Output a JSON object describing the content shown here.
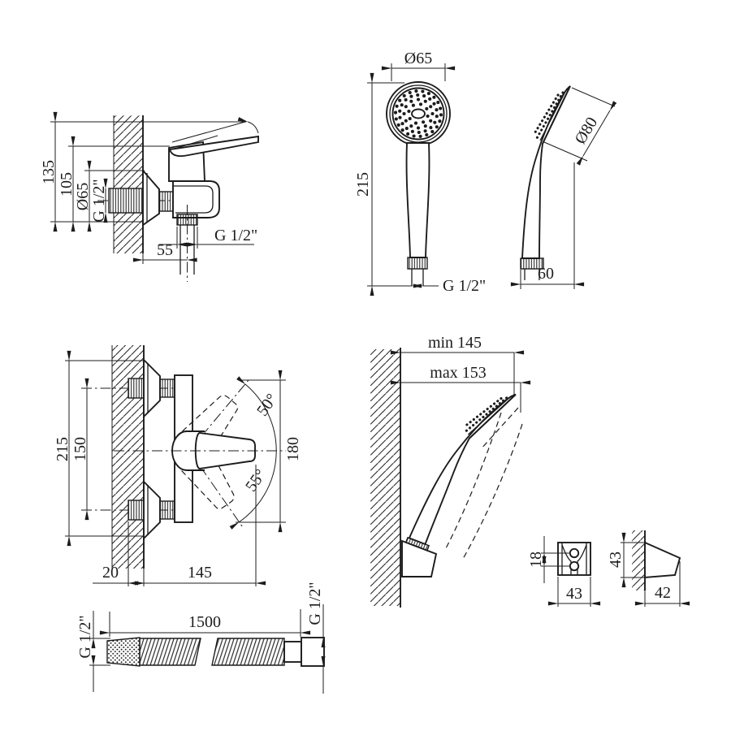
{
  "drawing": {
    "kind": "technical-drawing",
    "background": "#ffffff",
    "line_color": "#1c1c1c",
    "views": {
      "mixer_side": {
        "dims": {
          "height_total": "135",
          "height_upper": "105",
          "escutcheon_dia": "Ø65",
          "inlet_thread": "G 1/2\"",
          "outlet_thread": "G 1/2\"",
          "wall_to_outlet": "55"
        }
      },
      "handshower_front": {
        "dims": {
          "head_dia": "Ø65",
          "length": "215",
          "thread": "G 1/2\""
        }
      },
      "handshower_side": {
        "dims": {
          "face_dia": "Ø80",
          "depth": "60"
        }
      },
      "mixer_front": {
        "dims": {
          "width_total": "215",
          "inlet_spacing": "150",
          "handle_span": "180",
          "swing_up": "50°",
          "swing_down": "55°",
          "wall_offset": "20",
          "body_length": "145"
        }
      },
      "holder_view": {
        "dims": {
          "reach_min": "min 145",
          "reach_max": "max 153"
        }
      },
      "bracket_front": {
        "dims": {
          "hole_spacing": "18",
          "width": "43"
        }
      },
      "bracket_side": {
        "dims": {
          "height": "43",
          "depth": "42"
        }
      },
      "hose": {
        "dims": {
          "length": "1500",
          "thread_left": "G 1/2\"",
          "thread_right": "G 1/2\""
        }
      }
    }
  }
}
